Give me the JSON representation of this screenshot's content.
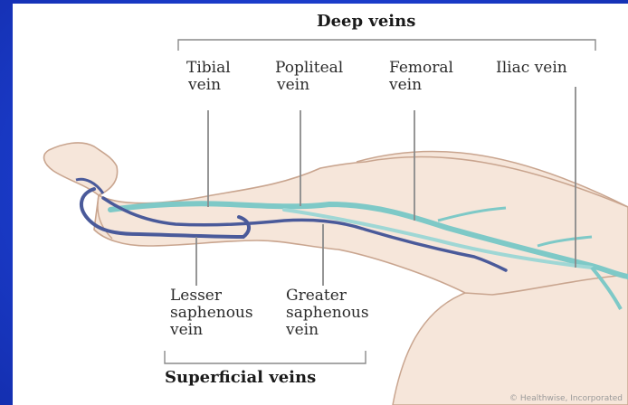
{
  "deep_veins_header": "Deep veins",
  "superficial_veins_header": "Superficial veins",
  "labels": {
    "tibial": [
      "Tibial",
      "vein"
    ],
    "popliteal": [
      "Popliteal",
      "vein"
    ],
    "femoral": [
      "Femoral",
      "vein"
    ],
    "iliac": [
      "Iliac vein"
    ],
    "lesser_saphenous": [
      "Lesser",
      "saphenous",
      "vein"
    ],
    "greater_saphenous": [
      "Greater",
      "saphenous",
      "vein"
    ]
  },
  "credit": "© Healthwise, Incorporated",
  "colors": {
    "frame": "#1c3fd0",
    "panel": "#ffffff",
    "skin_fill": "#f6e6da",
    "skin_outline": "#c9a58f",
    "deep_vein": "#7ec9c7",
    "superficial_vein": "#4a5a9a",
    "leader_line": "#8a8a8a"
  }
}
